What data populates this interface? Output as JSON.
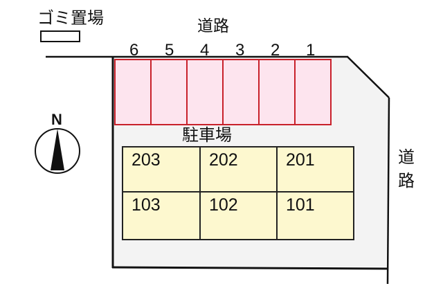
{
  "labels": {
    "garbage_area": "ゴミ置場",
    "road_top": "道路",
    "road_right_1": "道",
    "road_right_2": "路",
    "parking": "駐車場",
    "north": "N"
  },
  "parking_slots": [
    "6",
    "5",
    "4",
    "3",
    "2",
    "1"
  ],
  "units": {
    "row2": [
      "203",
      "202",
      "201"
    ],
    "row1": [
      "103",
      "102",
      "101"
    ]
  },
  "colors": {
    "lot_fill": "#f3f3f3",
    "slot_fill": "#fde4ee",
    "slot_border": "#c8202a",
    "unit_fill": "#fdf8cf",
    "line": "#111111"
  }
}
